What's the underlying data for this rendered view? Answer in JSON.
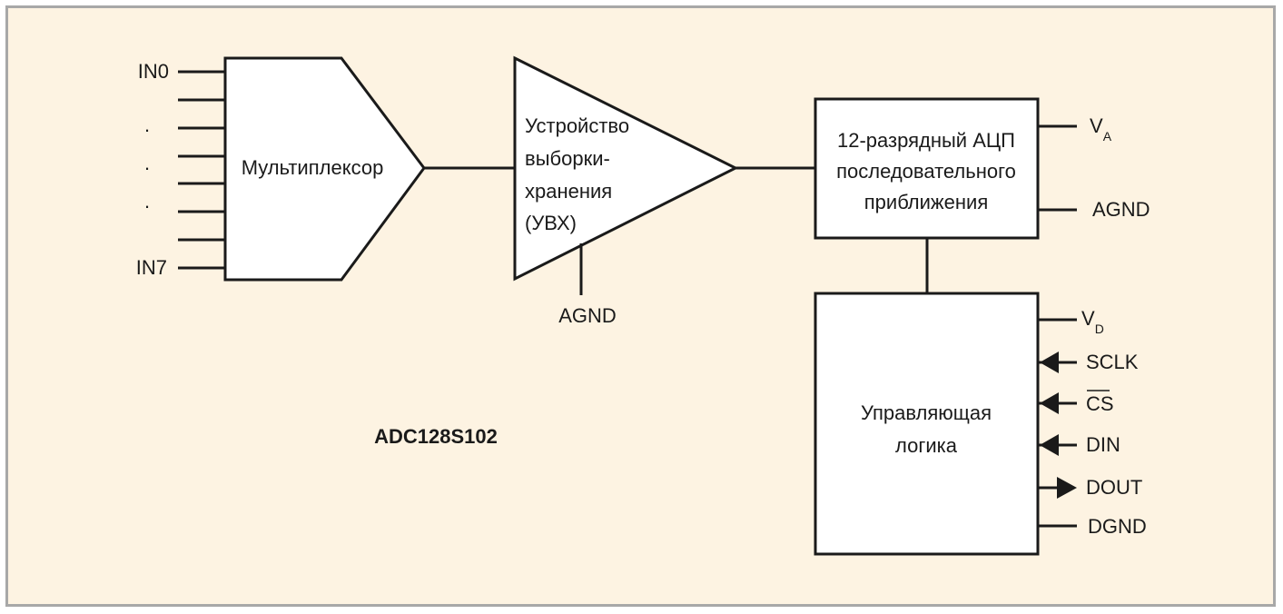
{
  "diagram": {
    "chip_name": "ADC128S102",
    "inputs": {
      "first": "IN0",
      "last": "IN7",
      "dots": [
        "·",
        "·",
        "·"
      ]
    },
    "mux": {
      "label": "Мультиплексор"
    },
    "sample_hold": {
      "lines": [
        "Устройство",
        "выборки-",
        "хранения",
        "(УВХ)"
      ],
      "ground": "AGND"
    },
    "adc": {
      "lines": [
        "12-разрядный АЦП",
        "последовательного",
        "приближения"
      ],
      "supply": {
        "main": "V",
        "sub": "A"
      },
      "ground": "AGND"
    },
    "logic": {
      "lines": [
        "Управляющая",
        "логика"
      ],
      "supply": {
        "main": "V",
        "sub": "D"
      },
      "pins": {
        "sclk": "SCLK",
        "cs": "CS",
        "din": "DIN",
        "dout": "DOUT",
        "dgnd": "DGND"
      }
    },
    "colors": {
      "background": "#fdf3e2",
      "border": "#a8a8a8",
      "ink": "#1a1a1a"
    }
  }
}
